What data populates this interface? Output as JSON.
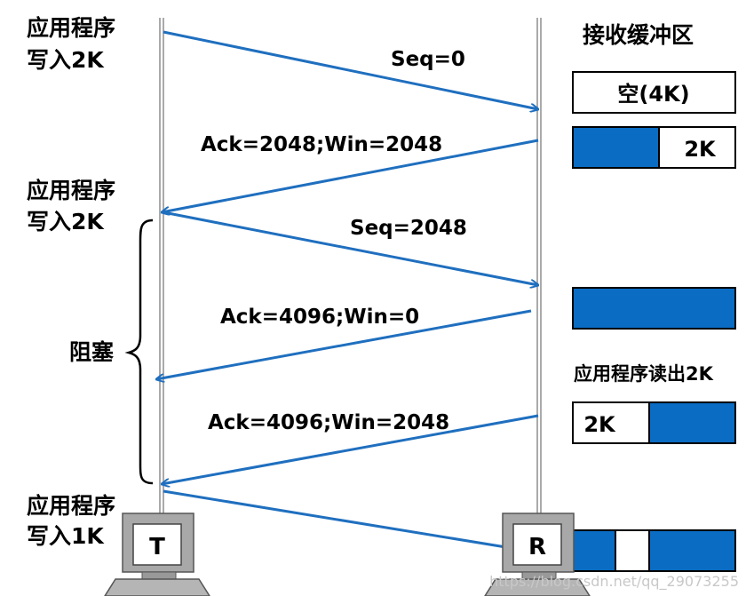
{
  "colors": {
    "arrow": "#1f6fbf",
    "buffer_fill": "#0a6cc2",
    "buffer_border": "#000000",
    "timeline": "#aaaaaa",
    "computer_body": "#a8a8a8"
  },
  "diagram": {
    "buffer_header": "接收缓冲区",
    "sender_node": "T",
    "receiver_node": "R",
    "sender_notes": [
      {
        "line1": "应用程序",
        "line2": "写入2K"
      },
      {
        "line1": "应用程序",
        "line2": "写入2K"
      },
      {
        "line1": "应用程序",
        "line2": "写入1K"
      }
    ],
    "block_label": "阻塞",
    "messages": [
      {
        "label": "Seq=0",
        "direction": "to-receiver"
      },
      {
        "label": "Ack=2048;Win=2048",
        "direction": "to-sender"
      },
      {
        "label": "Seq=2048",
        "direction": "to-receiver"
      },
      {
        "label": "Ack=4096;Win=0",
        "direction": "to-sender"
      },
      {
        "label": "Ack=4096;Win=2048",
        "direction": "to-sender"
      },
      {
        "label": "",
        "direction": "to-receiver"
      }
    ],
    "buffers": [
      {
        "text": "空(4K)",
        "segments": [
          "empty"
        ]
      },
      {
        "text": "2K",
        "segments": [
          "filled",
          "empty"
        ]
      },
      {
        "text": "",
        "segments": [
          "filled"
        ]
      },
      {
        "text": "2K",
        "segments": [
          "empty",
          "filled"
        ]
      },
      {
        "text": "",
        "segments": [
          "filled",
          "empty",
          "filled"
        ]
      }
    ],
    "buffer_event": "应用程序读出2K",
    "watermark": "https://blog.csdn.net/qq_29073255"
  }
}
